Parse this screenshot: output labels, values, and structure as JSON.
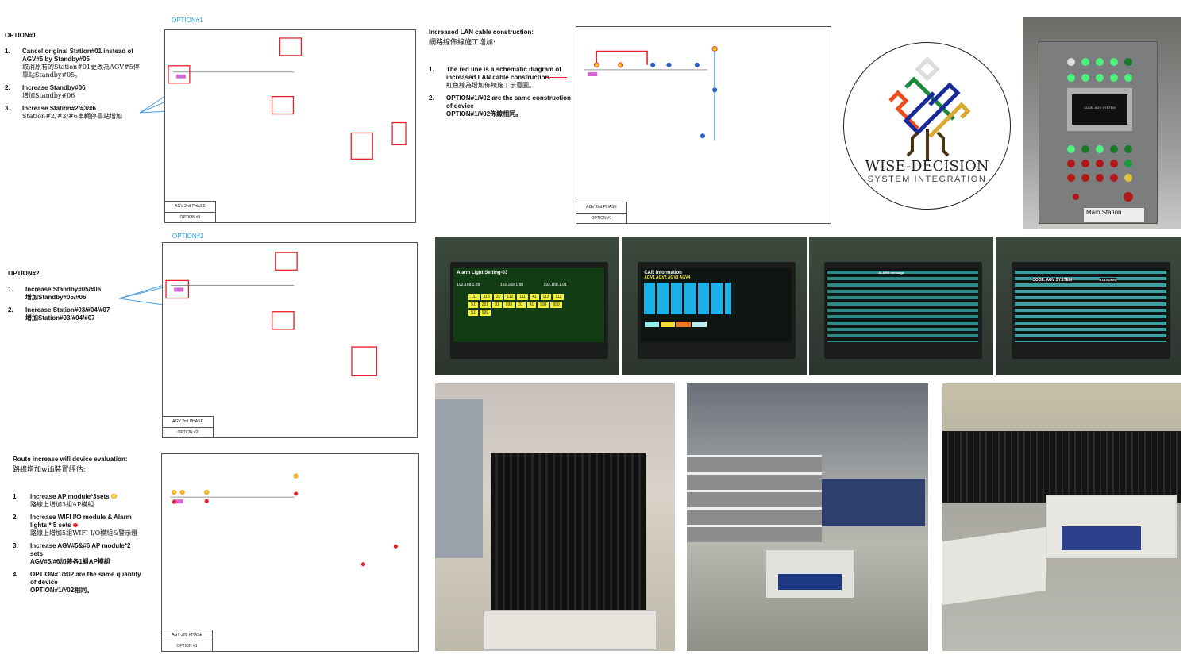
{
  "option1": {
    "label": "OPTION#1",
    "heading": "OPTION#1",
    "items": [
      {
        "num": "1.",
        "en": "Cancel original Station#01 instead of AGV#5 by Standby#05",
        "zh": "取消原有的Station#01更改為AGV#5停靠站Standby#05。"
      },
      {
        "num": "2.",
        "en": "Increase Standby#06",
        "zh": "增加Standby#06"
      },
      {
        "num": "3.",
        "en": "Increase Station#2/#3/#6",
        "zh": "Station#2/#3/#6車輛停靠站增加"
      }
    ],
    "title_block": [
      "AGV 2nd PHASE",
      "OPTION #1"
    ]
  },
  "lan": {
    "heading": "Increased  LAN cable construction:",
    "heading_zh": "網路線佈線施工增加:",
    "items": [
      {
        "num": "1.",
        "en": "The red line is a schematic diagram of increased LAN cable construction.",
        "zh": "紅色線為增加佈線施工示意圖。"
      },
      {
        "num": "2.",
        "en": "OPTION#1/#02 are the same construction of device",
        "zh": "OPTION#1/#02佈線相同。"
      }
    ],
    "title_block": [
      "AGV 2nd PHASE",
      "OPTION #1"
    ]
  },
  "option2": {
    "label": "OPTION#2",
    "heading": "OPTION#2",
    "items": [
      {
        "num": "1.",
        "en": "Increase Standby#05/#06",
        "zh": "增加Standby#05/#06"
      },
      {
        "num": "2.",
        "en": "Increase Station#03/#04/#07",
        "zh": "增加Station#03/#04/#07"
      }
    ],
    "title_block": [
      "AGV 2nd PHASE",
      "OPTION #2"
    ]
  },
  "wifi": {
    "heading": "Route increase wifi device evaluation:",
    "heading_zh": "路線增加wifi裝置評估:",
    "items": [
      {
        "num": "1.",
        "en": "Increase AP module*3sets",
        "zh": "路線上增加3組AP模組"
      },
      {
        "num": "2.",
        "en": "Increase WIFI I/O module & Alarm lights * 5 sets",
        "zh": "路線上增加5組WIFI I/O模組&警示燈"
      },
      {
        "num": "3.",
        "en": "Increase AGV#5&#6 AP module*2 sets",
        "zh": "AGV#5/#6加裝各1組AP模組"
      },
      {
        "num": "4.",
        "en": "OPTION#1/#02 are the same quantity of device",
        "zh": "OPTION#1/#02相同。"
      }
    ],
    "title_block": [
      "AGV 2nd PHASE",
      "OPTION #1"
    ]
  },
  "logo": {
    "name": "WISE-DECISION",
    "tagline": "SYSTEM INTEGRATION"
  },
  "panel_photo": {
    "label": "Main Station",
    "screen_text": "CODE. AGV SYSTEM"
  },
  "hmi": [
    {
      "title": "Alarm Light Setting-03",
      "ips": [
        "192.168.1.89",
        "192.168.1.90",
        "192.168.1.91"
      ],
      "values": [
        "111",
        "112",
        "113",
        "251",
        "31",
        "999",
        "113",
        "111",
        "112",
        "31",
        "41",
        "51",
        "31",
        "41",
        "51",
        "999",
        "999",
        "999"
      ]
    },
    {
      "title": "CAR Information",
      "agvs": "AGV1 AGV2 AGV3 AGV4"
    },
    {
      "title": "ALARM message"
    },
    {
      "title": "CODE. AGV SYSTEM",
      "station": "STATION#1"
    }
  ],
  "colors": {
    "accent": "#1fa3e0",
    "red_box": "#e8202a",
    "lan_line": "#e8202a",
    "ap_dot": "#f7c51e",
    "alarm_dot": "#e8202a"
  }
}
